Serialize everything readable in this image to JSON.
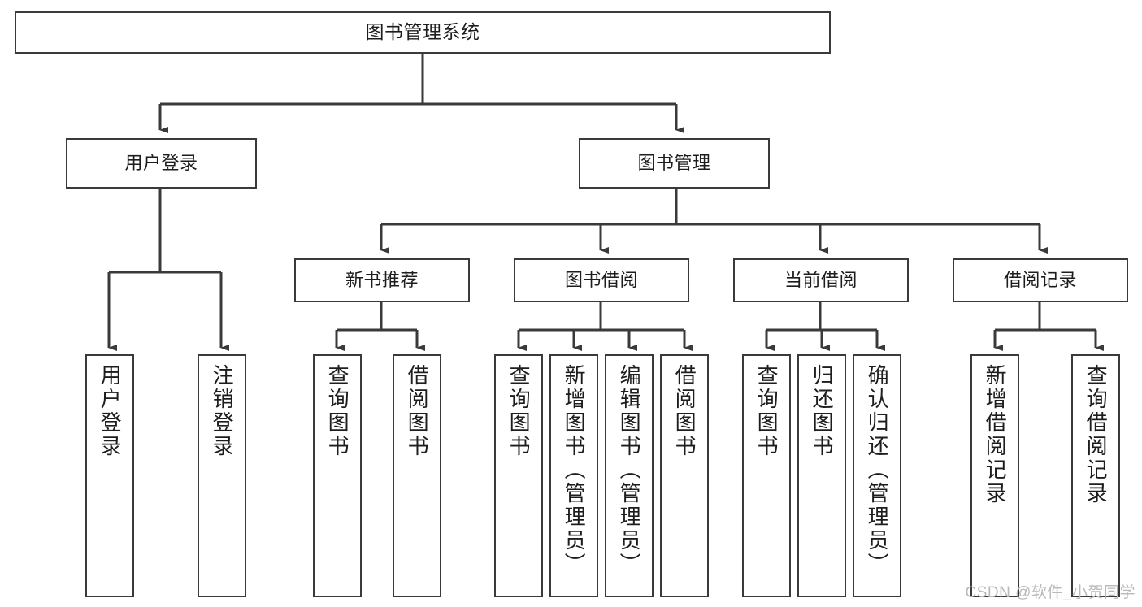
{
  "diagram": {
    "title": "图书管理系统",
    "type": "tree-hierarchy-diagram",
    "colors": {
      "stroke": "#3a3a3a",
      "fill": "#ffffff",
      "text": "#1d1d1d",
      "watermark": "#b9b9b9"
    },
    "root": {
      "label": "图书管理系统"
    },
    "level2": [
      {
        "label": "用户登录"
      },
      {
        "label": "图书管理"
      }
    ],
    "level3": [
      {
        "label": "新书推荐"
      },
      {
        "label": "图书借阅"
      },
      {
        "label": "当前借阅"
      },
      {
        "label": "借阅记录"
      }
    ],
    "leaves": {
      "user_login": [
        {
          "label": "用户登录"
        },
        {
          "label": "注销登录"
        }
      ],
      "new_book_recommend": [
        {
          "label": "查询图书"
        },
        {
          "label": "借阅图书"
        }
      ],
      "book_borrow": [
        {
          "label": "查询图书"
        },
        {
          "label": "新增图书（管理员）"
        },
        {
          "label": "编辑图书（管理员）"
        },
        {
          "label": "借阅图书"
        }
      ],
      "current_borrow": [
        {
          "label": "查询图书"
        },
        {
          "label": "归还图书"
        },
        {
          "label": "确认归还（管理员）"
        }
      ],
      "borrow_record": [
        {
          "label": "新增借阅记录"
        },
        {
          "label": "查询借阅记录"
        }
      ]
    }
  },
  "watermark": {
    "text": "CSDN @软件_小贺同学"
  }
}
